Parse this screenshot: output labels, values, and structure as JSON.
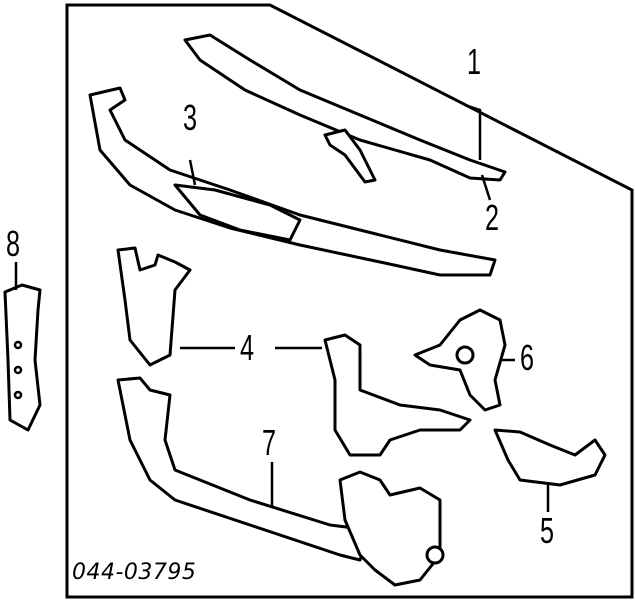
{
  "diagram": {
    "code": "044-03795",
    "callouts": [
      "1",
      "2",
      "3",
      "4",
      "5",
      "6",
      "7",
      "8"
    ]
  }
}
